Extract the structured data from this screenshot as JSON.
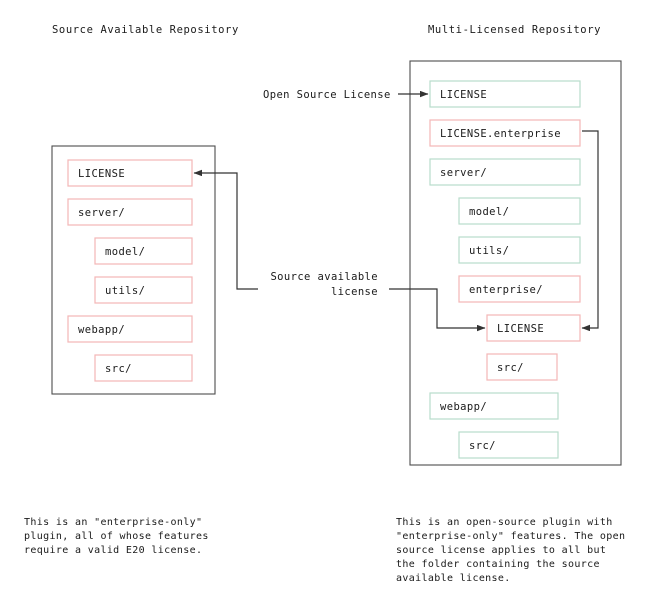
{
  "diagram": {
    "title_left": "Source Available Repository",
    "title_right": "Multi-Licensed Repository",
    "colors": {
      "enterprise_border": "#f4b6b6",
      "open_source_border": "#b8ddcb",
      "container_border": "#4d4d4d",
      "edge": "#333333",
      "text": "#1a1a1a",
      "background": "#ffffff"
    },
    "edge_labels": {
      "open_source_license": "Open Source License",
      "source_available_license_line1": "Source available",
      "source_available_license_line2": "license"
    },
    "left_repo": {
      "nodes": [
        {
          "label": "LICENSE",
          "kind": "enterprise",
          "indent": 0
        },
        {
          "label": "server/",
          "kind": "enterprise",
          "indent": 0
        },
        {
          "label": "model/",
          "kind": "enterprise",
          "indent": 1
        },
        {
          "label": "utils/",
          "kind": "enterprise",
          "indent": 1
        },
        {
          "label": "webapp/",
          "kind": "enterprise",
          "indent": 0
        },
        {
          "label": "src/",
          "kind": "enterprise",
          "indent": 1
        }
      ]
    },
    "right_repo": {
      "nodes": [
        {
          "label": "LICENSE",
          "kind": "open-source",
          "indent": 0
        },
        {
          "label": "LICENSE.enterprise",
          "kind": "enterprise",
          "indent": 0
        },
        {
          "label": "server/",
          "kind": "open-source",
          "indent": 0
        },
        {
          "label": "model/",
          "kind": "open-source",
          "indent": 1
        },
        {
          "label": "utils/",
          "kind": "open-source",
          "indent": 1
        },
        {
          "label": "enterprise/",
          "kind": "enterprise",
          "indent": 1
        },
        {
          "label": "LICENSE",
          "kind": "enterprise",
          "indent": 2
        },
        {
          "label": "src/",
          "kind": "enterprise",
          "indent": 2
        },
        {
          "label": "webapp/",
          "kind": "open-source",
          "indent": 0
        },
        {
          "label": "src/",
          "kind": "open-source",
          "indent": 1
        }
      ]
    },
    "caption_left": [
      "This is an \"enterprise-only\"",
      "plugin, all of whose features",
      "require a valid E20 license."
    ],
    "caption_right": [
      "This is an open-source plugin with",
      "\"enterprise-only\" features. The open",
      "source license applies to all but",
      "the folder containing the source",
      "available license."
    ]
  }
}
